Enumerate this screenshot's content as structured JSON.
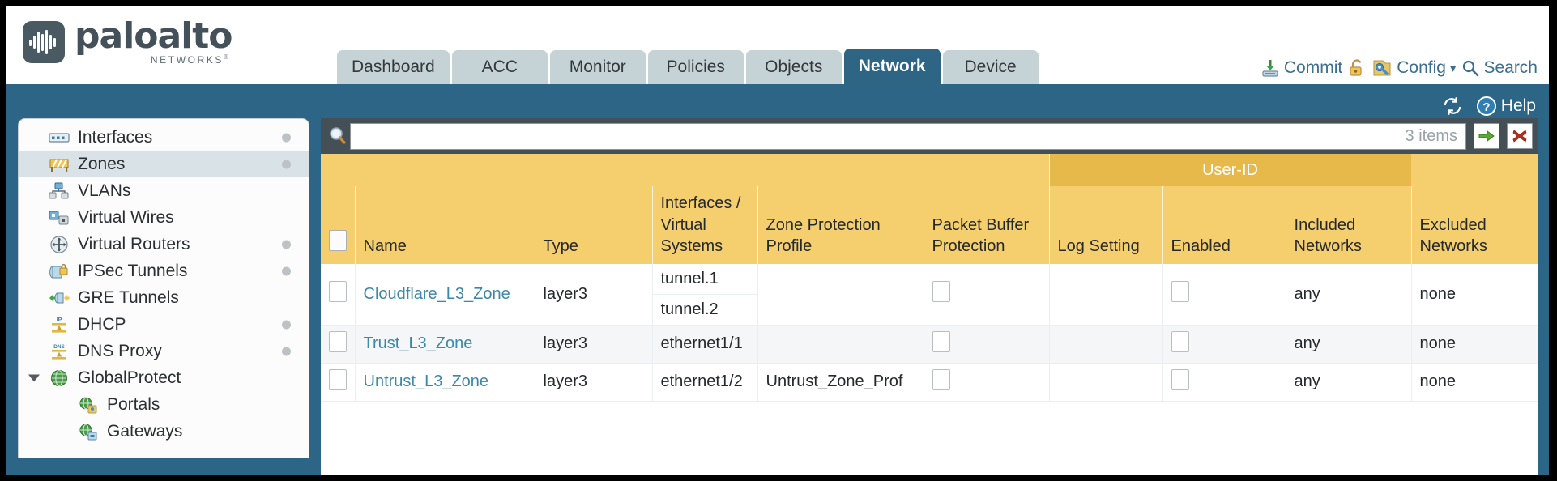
{
  "brand": {
    "name": "paloalto",
    "tagline": "NETWORKS",
    "registered": "®"
  },
  "nav": {
    "tabs": [
      {
        "label": "Dashboard",
        "active": false
      },
      {
        "label": "ACC",
        "active": false
      },
      {
        "label": "Monitor",
        "active": false
      },
      {
        "label": "Policies",
        "active": false
      },
      {
        "label": "Objects",
        "active": false
      },
      {
        "label": "Network",
        "active": true
      },
      {
        "label": "Device",
        "active": false
      }
    ],
    "actions": [
      {
        "label": "Commit",
        "icon": "commit-icon"
      },
      {
        "label": "",
        "icon": "unlock-icon"
      },
      {
        "label": "Config",
        "icon": "config-icon",
        "caret": "▾"
      },
      {
        "label": "Search",
        "icon": "search-icon"
      }
    ]
  },
  "utilbar": {
    "refresh_icon": "refresh-icon",
    "help_label": "Help",
    "help_icon": "help-icon"
  },
  "sidebar": {
    "items": [
      {
        "label": "Interfaces",
        "icon": "interfaces-icon",
        "dot": true,
        "selected": false,
        "child": false,
        "expander": false
      },
      {
        "label": "Zones",
        "icon": "zones-icon",
        "dot": true,
        "selected": true,
        "child": false,
        "expander": false
      },
      {
        "label": "VLANs",
        "icon": "vlans-icon",
        "dot": false,
        "selected": false,
        "child": false,
        "expander": false
      },
      {
        "label": "Virtual Wires",
        "icon": "virtual-wires-icon",
        "dot": false,
        "selected": false,
        "child": false,
        "expander": false
      },
      {
        "label": "Virtual Routers",
        "icon": "virtual-routers-icon",
        "dot": true,
        "selected": false,
        "child": false,
        "expander": false
      },
      {
        "label": "IPSec Tunnels",
        "icon": "ipsec-tunnels-icon",
        "dot": true,
        "selected": false,
        "child": false,
        "expander": false
      },
      {
        "label": "GRE Tunnels",
        "icon": "gre-tunnels-icon",
        "dot": false,
        "selected": false,
        "child": false,
        "expander": false
      },
      {
        "label": "DHCP",
        "icon": "dhcp-icon",
        "dot": true,
        "selected": false,
        "child": false,
        "expander": false
      },
      {
        "label": "DNS Proxy",
        "icon": "dns-proxy-icon",
        "dot": true,
        "selected": false,
        "child": false,
        "expander": false
      },
      {
        "label": "GlobalProtect",
        "icon": "globalprotect-icon",
        "dot": false,
        "selected": false,
        "child": false,
        "expander": true
      },
      {
        "label": "Portals",
        "icon": "portals-icon",
        "dot": false,
        "selected": false,
        "child": true,
        "expander": false
      },
      {
        "label": "Gateways",
        "icon": "gateways-icon",
        "dot": false,
        "selected": false,
        "child": true,
        "expander": false
      }
    ]
  },
  "search": {
    "value": "",
    "placeholder": "",
    "item_count": "3 items",
    "apply_icon": "green-arrow-icon",
    "clear_icon": "red-x-icon",
    "magnifier_icon": "search-icon"
  },
  "table": {
    "group_header": "User-ID",
    "columns": [
      "Name",
      "Type",
      "Interfaces / Virtual Systems",
      "Zone Protection Profile",
      "Packet Buffer Protection",
      "Log Setting",
      "Enabled",
      "Included Networks",
      "Excluded Networks"
    ],
    "rows": [
      {
        "name": "Cloudflare_L3_Zone",
        "type": "layer3",
        "interfaces": [
          "tunnel.1",
          "tunnel.2"
        ],
        "zone_protection_profile": "",
        "packet_buffer_protection": false,
        "log_setting": "",
        "userid_enabled": false,
        "included_networks": "any",
        "excluded_networks": "none"
      },
      {
        "name": "Trust_L3_Zone",
        "type": "layer3",
        "interfaces": [
          "ethernet1/1"
        ],
        "zone_protection_profile": "",
        "packet_buffer_protection": false,
        "log_setting": "",
        "userid_enabled": false,
        "included_networks": "any",
        "excluded_networks": "none"
      },
      {
        "name": "Untrust_L3_Zone",
        "type": "layer3",
        "interfaces": [
          "ethernet1/2"
        ],
        "zone_protection_profile": "Untrust_Zone_Prof",
        "packet_buffer_protection": false,
        "log_setting": "",
        "userid_enabled": false,
        "included_networks": "any",
        "excluded_networks": "none"
      }
    ]
  },
  "colors": {
    "brand_blue": "#2d6587",
    "header_amber": "#f5ce6e",
    "group_amber": "#e7b94b",
    "link_teal": "#3d88a8",
    "tab_inactive": "#c5d3d7"
  }
}
